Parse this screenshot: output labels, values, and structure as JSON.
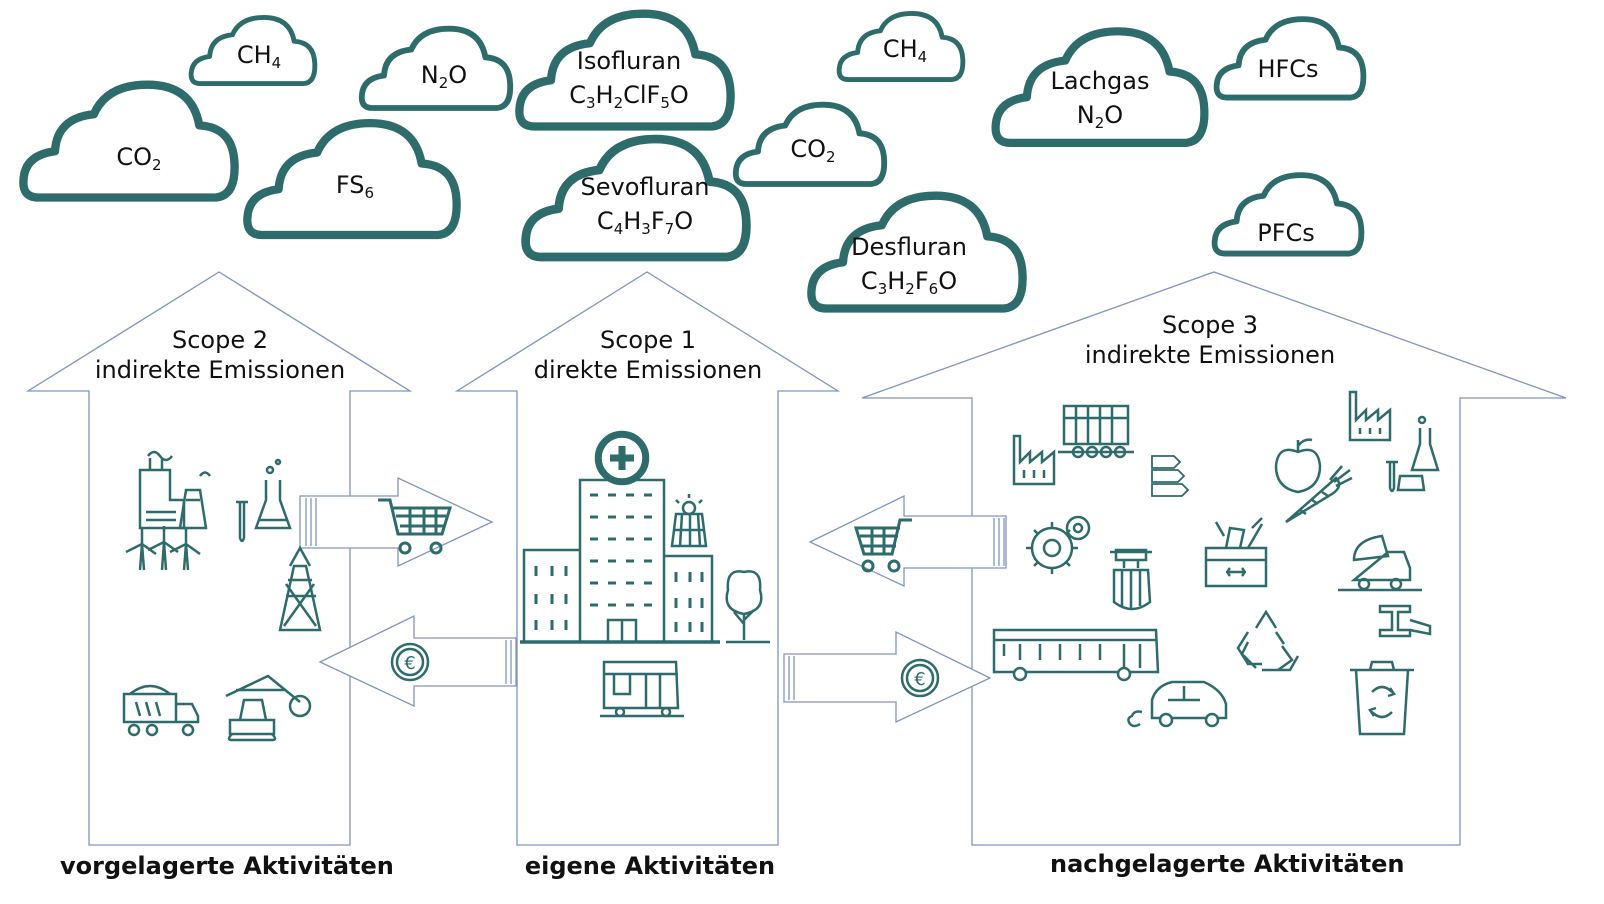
{
  "colors": {
    "teal": "#2e6b6b",
    "arrow_stroke": "#8094c4"
  },
  "clouds": [
    {
      "id": "co2-left",
      "base": "CO",
      "sub": "2",
      "line2": "",
      "line2_html": ""
    },
    {
      "id": "ch4-left",
      "base": "CH",
      "sub": "4",
      "line2": "",
      "line2_html": ""
    },
    {
      "id": "fs6",
      "base": "FS",
      "sub": "6",
      "line2": "",
      "line2_html": ""
    },
    {
      "id": "n2o",
      "base": "N",
      "sub": "2",
      "tail": "O",
      "line2": "",
      "line2_html": ""
    },
    {
      "id": "isofluran",
      "base": "Isofluran",
      "sub": "",
      "line2": "C3H2ClF5O",
      "line2_html": "C<sub>3</sub>H<sub>2</sub>ClF<sub>5</sub>O"
    },
    {
      "id": "sevofluran",
      "base": "Sevofluran",
      "sub": "",
      "line2": "C4H3F7O",
      "line2_html": "C<sub>4</sub>H<sub>3</sub>F<sub>7</sub>O"
    },
    {
      "id": "co2-mid",
      "base": "CO",
      "sub": "2",
      "line2": "",
      "line2_html": ""
    },
    {
      "id": "ch4-right",
      "base": "CH",
      "sub": "4",
      "line2": "",
      "line2_html": ""
    },
    {
      "id": "desfluran",
      "base": "Desfluran",
      "sub": "",
      "line2": "C3H2F6O",
      "line2_html": "C<sub>3</sub>H<sub>2</sub>F<sub>6</sub>O"
    },
    {
      "id": "lachgas",
      "base": "Lachgas",
      "sub": "",
      "line2": "N2O",
      "line2_html": "N<sub>2</sub>O"
    },
    {
      "id": "hfcs",
      "base": "HFCs",
      "sub": "",
      "line2": "",
      "line2_html": ""
    },
    {
      "id": "pfcs",
      "base": "PFCs",
      "sub": "",
      "line2": "",
      "line2_html": ""
    }
  ],
  "scopes": {
    "scope2": {
      "title": "Scope 2",
      "subtitle": "indirekte Emissionen",
      "footer": "vorgelagerte Aktivitäten"
    },
    "scope1": {
      "title": "Scope 1",
      "subtitle": "direkte Emissionen",
      "footer": "eigene Aktivitäten"
    },
    "scope3": {
      "title": "Scope 3",
      "subtitle": "indirekte Emissionen",
      "footer": "nachgelagerte Aktivitäten"
    }
  },
  "icons": {
    "scope2": [
      "factory-icon",
      "power-plant-icon",
      "chemistry-icon",
      "wind-turbine-icon",
      "power-pylon-icon",
      "coal-truck-icon",
      "excavator-icon"
    ],
    "scope1": [
      "hospital-icon",
      "solar-panel-icon",
      "tree-icon",
      "bus-icon"
    ],
    "scope3": [
      "factory-icon",
      "freight-wagon-icon",
      "energy-label-icon",
      "gears-icon",
      "grabber-icon",
      "toolbox-icon",
      "apple-icon",
      "carrot-icon",
      "chemistry-icon",
      "concrete-mixer-icon",
      "steel-beam-icon",
      "city-bus-icon",
      "recycling-icon",
      "car-icon",
      "waste-bin-icon"
    ]
  },
  "flows": [
    "shopping-cart-arrow-right",
    "euro-arrow-left",
    "shopping-cart-arrow-left",
    "euro-arrow-right"
  ]
}
